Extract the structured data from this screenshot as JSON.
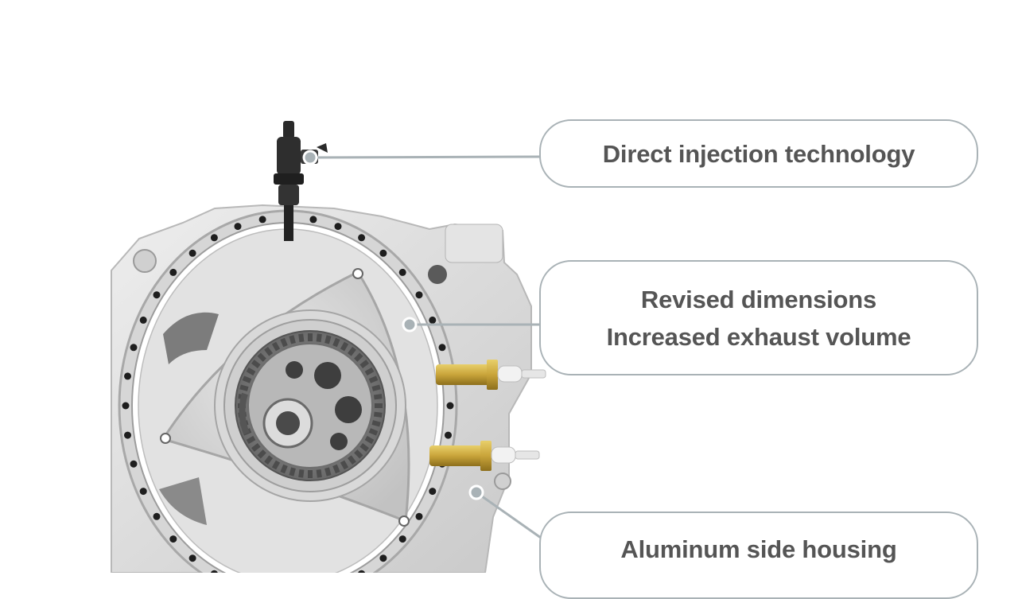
{
  "callouts": {
    "injection": {
      "label": "Direct injection technology"
    },
    "rotor": {
      "line1": "Revised dimensions",
      "line2": "Increased exhaust volume"
    },
    "housing": {
      "label": "Aluminum side housing"
    }
  },
  "colors": {
    "callout_border": "#a9b2b6",
    "callout_text": "#555555",
    "leader_line": "#a9b2b6",
    "injector": "#2a2a2a",
    "spark_plug_brass": "#c9a43a",
    "engine_body": "#dcdcdc"
  }
}
